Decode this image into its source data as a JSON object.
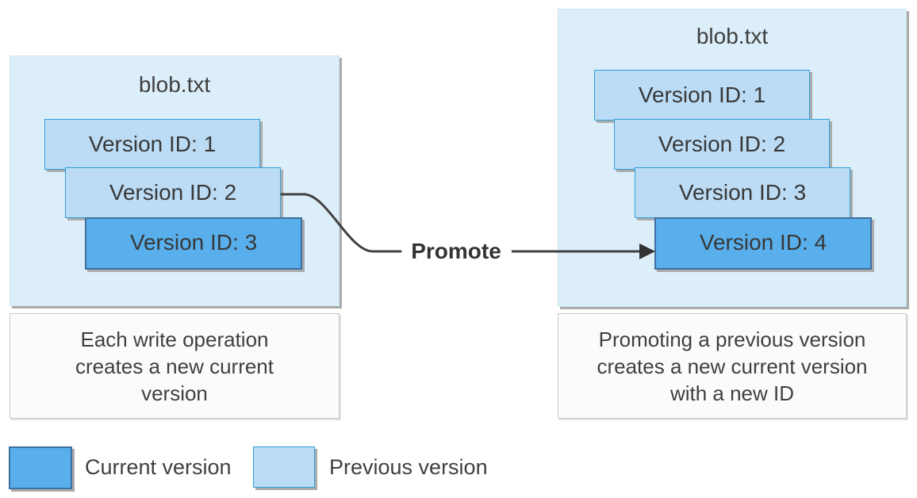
{
  "diagram": {
    "left_panel": {
      "title": "blob.txt",
      "versions": [
        {
          "label": "Version ID: 1",
          "state": "previous"
        },
        {
          "label": "Version ID: 2",
          "state": "previous"
        },
        {
          "label": "Version ID: 3",
          "state": "current"
        }
      ],
      "caption": "Each write operation creates a new current version"
    },
    "right_panel": {
      "title": "blob.txt",
      "versions": [
        {
          "label": "Version ID: 1",
          "state": "previous"
        },
        {
          "label": "Version ID: 2",
          "state": "previous"
        },
        {
          "label": "Version ID: 3",
          "state": "previous"
        },
        {
          "label": "Version ID: 4",
          "state": "current"
        }
      ],
      "caption": "Promoting a previous version creates a new current version with a new ID"
    },
    "connector": {
      "label": "Promote"
    },
    "legend": [
      {
        "key": "current",
        "label": "Current version"
      },
      {
        "key": "previous",
        "label": "Previous version"
      }
    ],
    "colors": {
      "current_fill": "#58AFEB",
      "current_border": "#3E6F9E",
      "previous_fill": "#BCDCF5",
      "previous_border": "#2FA0DB",
      "panel_fill": "#DCEEF9",
      "panel_border": "#CFE4F0",
      "caption_fill": "#FBFBFB",
      "caption_border": "#C9C9C9",
      "text": "#3F3F3F",
      "connector_stroke": "#404040",
      "shadow": "#ABABAB"
    }
  }
}
